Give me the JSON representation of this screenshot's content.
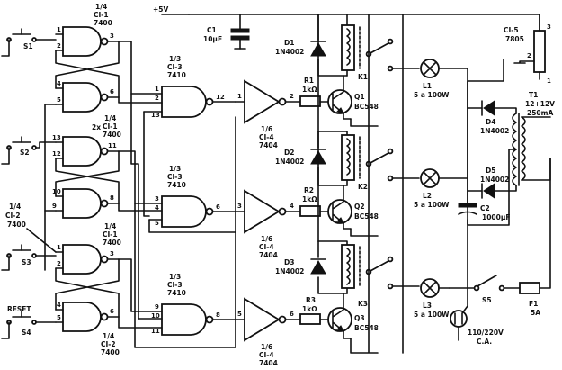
{
  "supply": {
    "label": "+5V"
  },
  "gates": {
    "g1": {
      "frac": "1/4",
      "ic": "CI-1",
      "part": "7400",
      "pins": [
        "1",
        "2",
        "3"
      ]
    },
    "g2": {
      "pins": [
        "4",
        "5",
        "6"
      ]
    },
    "g3": {
      "frac": "1/4",
      "ic": "CI-1",
      "part": "7400",
      "mult": "2x",
      "pins": [
        "13",
        "12",
        "11"
      ]
    },
    "g4": {
      "pins": [
        "10",
        "9",
        "8"
      ]
    },
    "g5": {
      "frac": "1/4",
      "ic": "CI-2",
      "part": "7400",
      "pins": [
        "1",
        "2",
        "3"
      ]
    },
    "g6": {
      "frac": "1/4",
      "ic": "CI-2",
      "part": "7400",
      "pins": [
        "4",
        "5",
        "6"
      ]
    },
    "g5top": {
      "frac": "1/4",
      "ic": "CI-1",
      "part": "7400"
    },
    "n1": {
      "frac": "1/3",
      "ic": "CI-3",
      "part": "7410",
      "pins": [
        "1",
        "2",
        "13",
        "12"
      ]
    },
    "n2": {
      "frac": "1/3",
      "ic": "CI-3",
      "part": "7410",
      "pins": [
        "3",
        "4",
        "5",
        "6"
      ]
    },
    "n3": {
      "frac": "1/3",
      "ic": "CI-3",
      "part": "7410",
      "pins": [
        "9",
        "10",
        "11",
        "8"
      ]
    },
    "b1": {
      "frac": "1/6",
      "ic": "CI-4",
      "part": "7404",
      "pins": [
        "1",
        "2"
      ]
    },
    "b2": {
      "frac": "1/6",
      "ic": "CI-4",
      "part": "7404",
      "pins": [
        "3",
        "4"
      ]
    },
    "b3": {
      "frac": "1/6",
      "ic": "CI-4",
      "part": "7404",
      "pins": [
        "5",
        "6"
      ]
    }
  },
  "switches": {
    "s1": "S1",
    "s2": "S2",
    "s3": "S3",
    "s4": "S4",
    "reset": "RESET",
    "s5": "S5"
  },
  "resistors": {
    "r1": "R1",
    "r1v": "1kΩ",
    "r2": "R2",
    "r2v": "1kΩ",
    "r3": "R3",
    "r3v": "1kΩ"
  },
  "diodes": {
    "d1": "D1",
    "d1v": "1N4002",
    "d2": "D2",
    "d2v": "1N4002",
    "d3": "D3",
    "d3v": "1N4002",
    "d4": "D4",
    "d4v": "1N4002",
    "d5": "D5",
    "d5v": "1N4002"
  },
  "transistors": {
    "q1": "Q1",
    "q1v": "BC548",
    "q2": "Q2",
    "q2v": "BC548",
    "q3": "Q3",
    "q3v": "BC548"
  },
  "relays": {
    "k1": "K1",
    "k2": "K2",
    "k3": "K3"
  },
  "lamps": {
    "l1": "L1",
    "l1v": "5 a 100W",
    "l2": "L2",
    "l2v": "5 a 100W",
    "l3": "L3",
    "l3v": "5 a 100W"
  },
  "caps": {
    "c1": "C1",
    "c1v": "10μF",
    "c2": "C2",
    "c2v": "1000μF"
  },
  "regulator": {
    "name": "CI-5",
    "part": "7805",
    "pins": [
      "3",
      "2",
      "1"
    ]
  },
  "transformer": {
    "name": "T1",
    "rating": "12+12V",
    "current": "250mA"
  },
  "fuse": {
    "name": "F1",
    "value": "5A"
  },
  "mains": {
    "voltage": "110/220V",
    "type": "C.A."
  }
}
